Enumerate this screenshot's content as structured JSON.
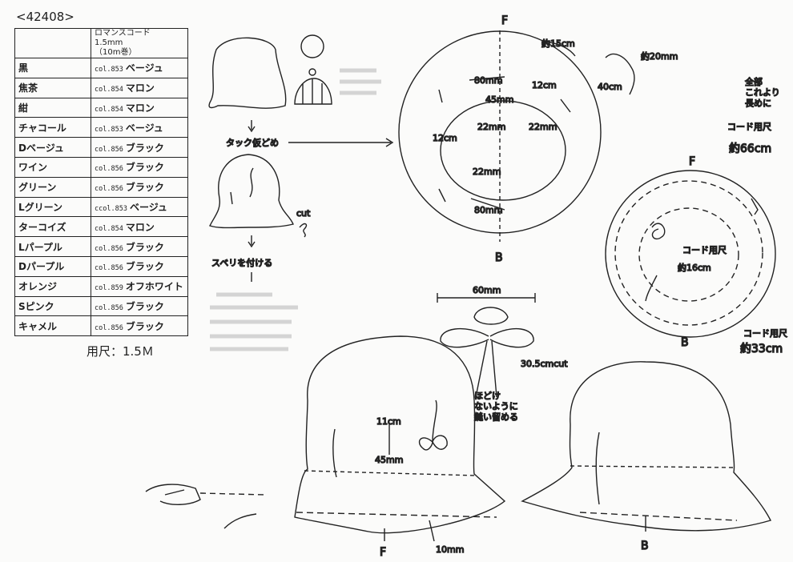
{
  "doc_id": "<42408>",
  "table": {
    "header": [
      "",
      "ロマンスコード　1.5mm\n（10m巻）"
    ],
    "rows": [
      {
        "color": "黒",
        "code": "col.853",
        "cord": "ベージュ"
      },
      {
        "color": "焦茶",
        "code": "col.854",
        "cord": "マロン"
      },
      {
        "color": "紺",
        "code": "col.854",
        "cord": "マロン"
      },
      {
        "color": "チャコール",
        "code": "col.853",
        "cord": "ベージュ"
      },
      {
        "color": "Dベージュ",
        "code": "col.856",
        "cord": "ブラック"
      },
      {
        "color": "ワイン",
        "code": "col.856",
        "cord": "ブラック"
      },
      {
        "color": "グリーン",
        "code": "col.856",
        "cord": "ブラック"
      },
      {
        "color": "Lグリーン",
        "code": "ccol.853",
        "cord": "ベージュ"
      },
      {
        "color": "ターコイズ",
        "code": "col.854",
        "cord": "マロン"
      },
      {
        "color": "Lパープル",
        "code": "col.856",
        "cord": "ブラック"
      },
      {
        "color": "Dパープル",
        "code": "col.856",
        "cord": "ブラック"
      },
      {
        "color": "オレンジ",
        "code": "col.859",
        "cord": "オフホワイト"
      },
      {
        "color": "Sピンク",
        "code": "col.856",
        "cord": "ブラック"
      },
      {
        "color": "キャメル",
        "code": "col.856",
        "cord": "ブラック"
      }
    ]
  },
  "usage": "用尺：1.5Ｍ",
  "steps": {
    "tuck": "タック仮どめ",
    "cut": "cut",
    "sweatband": "スベリを付ける",
    "arrow_down": "↓"
  },
  "brim_diagram": {
    "F": "F",
    "B": "B",
    "approx_15cm": "約15cm",
    "approx_20mm": "約20mm",
    "m80_top": "80mm",
    "m12_top": "12cm",
    "m45": "45mm",
    "m22_a": "22mm",
    "m22_b": "22mm",
    "m40": "40cm",
    "m12_side": "12cm",
    "m22_c": "22mm",
    "m80_bottom": "80mm"
  },
  "cord_diagram": {
    "note": "全部\nこれより\n長めに",
    "cord_label_top": "コード用尺",
    "approx_66cm": "約66cm",
    "F": "F",
    "cord_label_mid": "コード用尺",
    "approx_16cm": "約16cm",
    "B": "B",
    "cord_label_bottom": "コード用尺",
    "approx_33cm": "約33cm"
  },
  "bow_diagram": {
    "width": "60mm",
    "cut": "30.5cmcut",
    "note": "ほどけ\nないように\n縫い留める"
  },
  "hat_front": {
    "m11": "11cm",
    "m45": "45mm",
    "F": "F",
    "m10": "10mm"
  },
  "hat_back": {
    "B": "B"
  }
}
